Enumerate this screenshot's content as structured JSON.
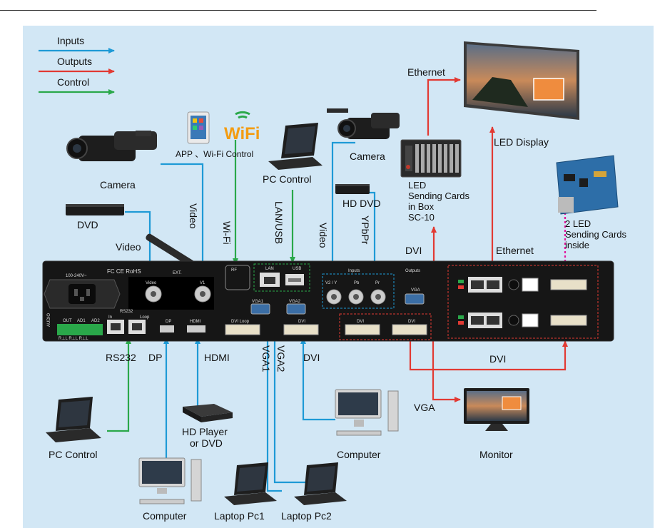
{
  "legend": {
    "inputs": "Inputs",
    "outputs": "Outputs",
    "control": "Control"
  },
  "colors": {
    "background": "#d2e7f5",
    "input_line": "#1e9ad6",
    "output_line": "#e23a33",
    "control_line": "#2aa84a",
    "chassis": "#1a1a1a",
    "magenta_line": "#e0179c"
  },
  "devices": {
    "camera_left": "Camera",
    "camera_right": "Camera",
    "dvd": "DVD",
    "app_wifi": "APP 、Wi-Fi Control",
    "wifi_logo": "WiFi",
    "pc_control_top": "PC Control",
    "hd_dvd": "HD DVD",
    "led_sending_cards": [
      "LED",
      "Sending Cards",
      "in Box",
      "SC-10"
    ],
    "led_display": "LED Display",
    "two_led_cards": [
      "2 LED",
      "Sending Cards",
      "inside"
    ],
    "pc_control_bottom": "PC Control",
    "hd_player": [
      "HD Player",
      "or DVD"
    ],
    "computer_mid": "Computer",
    "monitor": "Monitor",
    "computer_bottom": "Computer",
    "laptop_pc1": "Laptop Pc1",
    "laptop_pc2": "Laptop Pc2"
  },
  "connections": {
    "video_left": "Video",
    "video_camera": "Video",
    "wifi": "Wi-Fi",
    "lan_usb": "LAN/USB",
    "video_right": "Video",
    "ypbpr": "YPbPr",
    "ethernet_top": "Ethernet",
    "dvi_right": "DVI",
    "ethernet_right": "Ethernet",
    "rs232": "RS232",
    "dp": "DP",
    "hdmi": "HDMI",
    "vga1": "VGA1",
    "vga2": "VGA2",
    "dvi_bottom": "DVI",
    "dvi_output": "DVI",
    "vga_output": "VGA"
  },
  "panel": {
    "power": "100-240V~",
    "certs": "FC CE RoHS",
    "ext": "EXT.",
    "video_port": "Video",
    "v1_port": "V1",
    "rf": "RF",
    "lan": "LAN",
    "usb": "USB",
    "inputs": "Inputs",
    "v2y": "V2 / Y",
    "pb": "Pb",
    "pr": "Pr",
    "outputs": "Outputs",
    "vga_port": "VGA",
    "vga1_port": "VGA1",
    "vga2_port": "VGA2",
    "rs232_port": "RS232",
    "in": "In",
    "loop": "Loop",
    "out": "OUT",
    "ad1": "AD1",
    "ad2": "AD2",
    "audio": "AUDIO",
    "rl": "R⊥L R⊥L R⊥L",
    "dp_port": "DP",
    "hdmi_port": "HDMI",
    "dvi_loop": "DVI Loop",
    "dvi_in": "DVI",
    "dvi_out1": "DVI",
    "dvi_out2": "DVI"
  }
}
